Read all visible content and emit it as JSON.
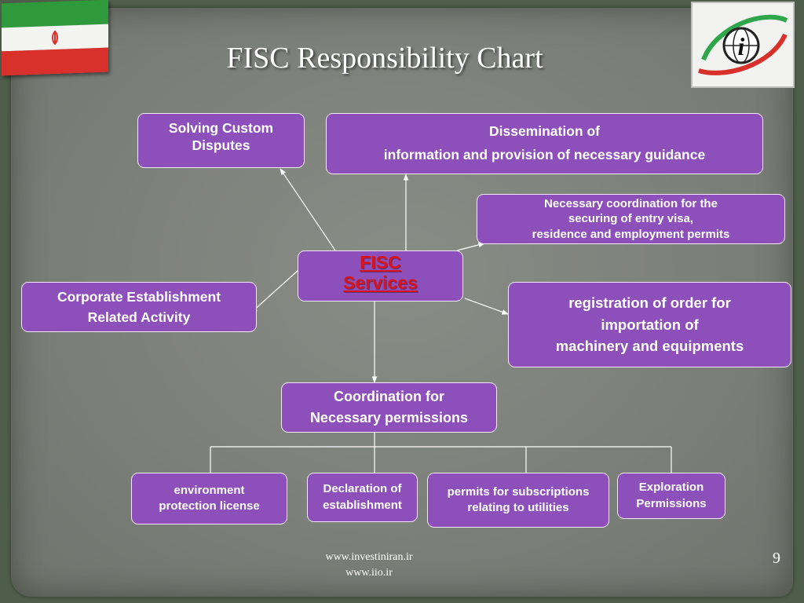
{
  "title": "FISC Responsibility Chart",
  "center": "FISC\nServices",
  "boxes": {
    "custom": "Solving Custom\nDisputes",
    "dissemination": "Dissemination of\ninformation and provision of necessary guidance",
    "coordination_visa": "Necessary  coordination  for  the\nsecuring  of  entry  visa,\nresidence  and employment  permits",
    "corporate": "Corporate Establishment\nRelated Activity",
    "registration": "registration of order for\nimportation of\nmachinery and equipments",
    "permissions": "Coordination for\nNecessary permissions"
  },
  "sub_boxes": {
    "environment": "environment\nprotection license",
    "declaration": "Declaration of\nestablishment",
    "utilities": "permits for subscriptions\nrelating  to  utilities",
    "exploration": "Exploration\nPermissions"
  },
  "footer": {
    "url1": "www.investiniran.ir",
    "url2": "www.iio.ir"
  },
  "page_number": "9",
  "logo_letter": "i",
  "colors": {
    "box_fill": "#8d4fb9",
    "center_text": "#d8141b",
    "line": "#ffffff"
  }
}
